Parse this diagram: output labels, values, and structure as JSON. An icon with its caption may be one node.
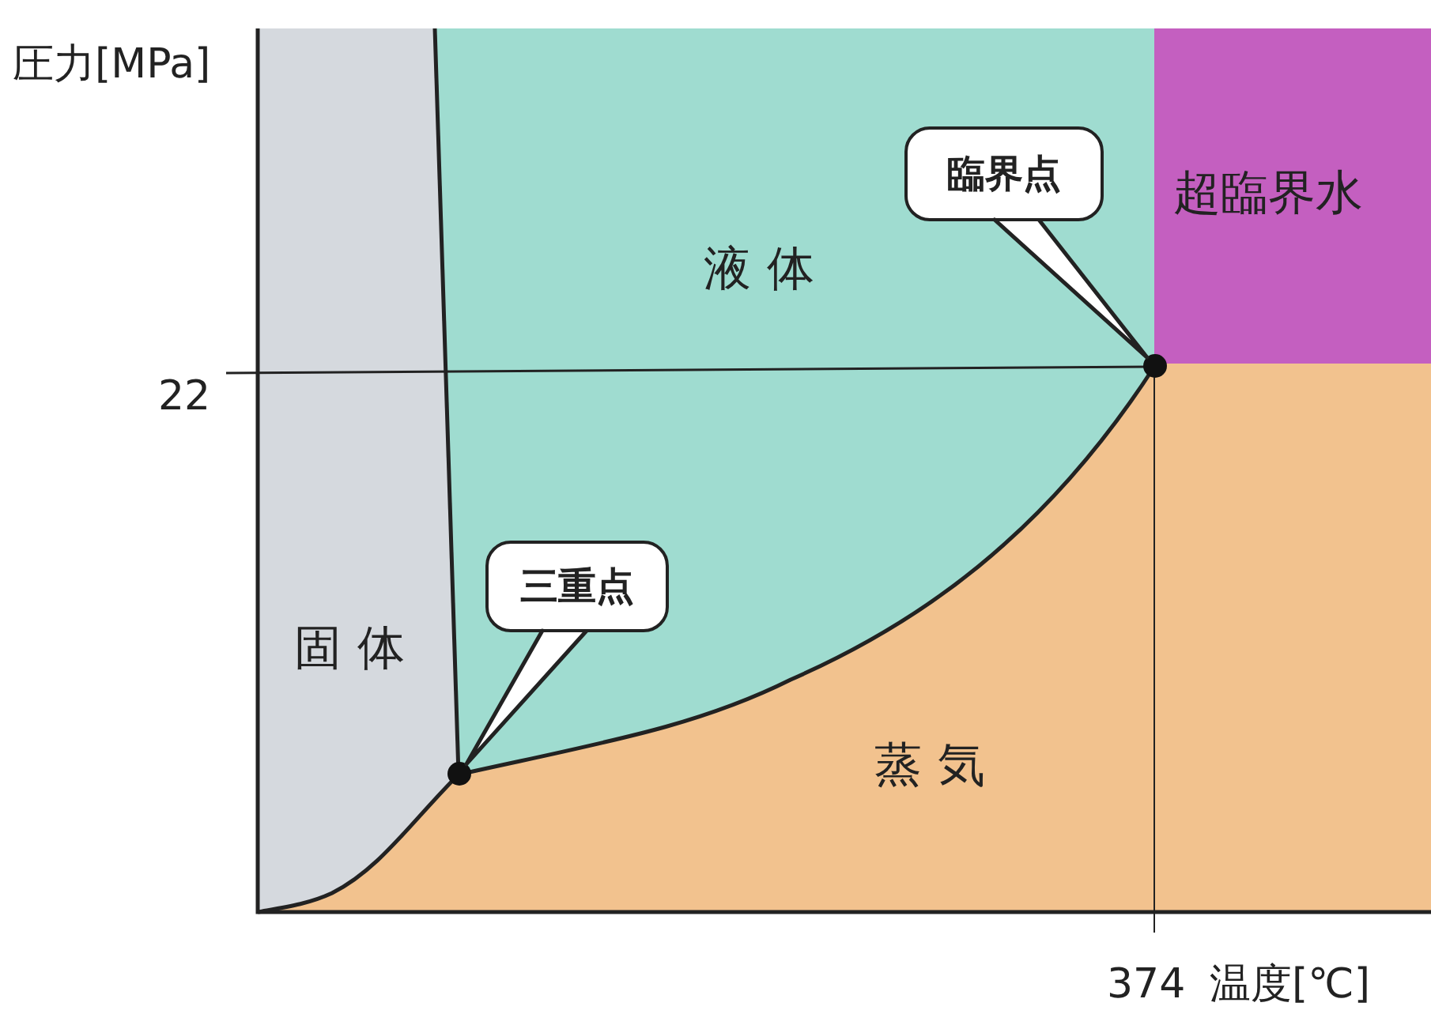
{
  "diagram": {
    "nodes": [
      {
        "text": [
          "臨界点"
        ]
      },
      {
        "text": [
          "三重点"
        ]
      },
      {
        "text": [],
        "shape": "circle"
      },
      {
        "text": [],
        "shape": "circle"
      }
    ],
    "edges": [
      {
        "from": 0,
        "to": 2,
        "arrow": "none"
      },
      {
        "from": 1,
        "to": 3,
        "arrow": "none"
      }
    ],
    "labels": [
      "圧力[MPa]",
      "超臨界水",
      "液体",
      "22",
      "固体",
      "蒸気",
      "374",
      "温度[℃]"
    ]
  }
}
